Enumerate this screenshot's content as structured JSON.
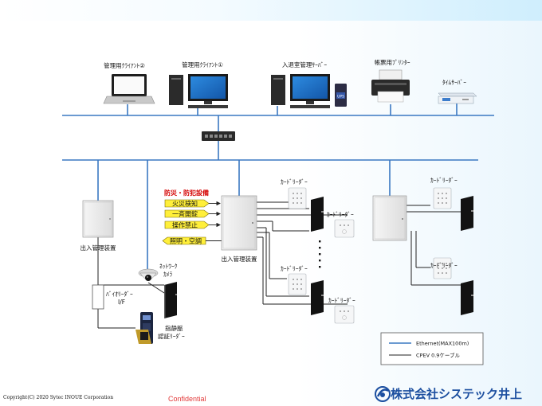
{
  "devices": {
    "client2": "管理用ｸﾗｲｱﾝﾄ②",
    "client1": "管理用ｸﾗｲｱﾝﾄ①",
    "entry_server": "入退室管理ｻｰﾊﾞｰ",
    "printer": "帳票用ﾌﾟﾘﾝﾀｰ",
    "time_server": "ﾀｲﾑｻｰﾊﾞｰ",
    "ups_label": "UPS"
  },
  "left_controller": {
    "label": "出入管理装置",
    "bio_reader": "ﾊﾞｲｵﾘｰﾀﾞｰ",
    "bio_reader_if": "I/F",
    "camera": "ﾈｯﾄﾜｰｸ\nｶﾒﾗ",
    "camera_line1": "ﾈｯﾄﾜｰｸ",
    "camera_line2": "ｶﾒﾗ",
    "fingerprint_line1": "指静脈",
    "fingerprint_line2": "認証ﾘｰﾀﾞｰ"
  },
  "center_controller": {
    "label": "出入管理装置",
    "security_title": "防災・防犯設備",
    "inputs": [
      "火災検知",
      "一斉開錠",
      "操作禁止"
    ],
    "output": "照明・空調"
  },
  "card_reader_label": "ｶｰﾄﾞﾘｰﾀﾞｰ",
  "legend": {
    "ethernet": "Ethernet(MAX100m)",
    "cpev": "CPEV 0.9ケーブル"
  },
  "colors": {
    "ethernet": "#3a78c2",
    "cpev": "#222222",
    "yellow_box": "#ffef3a",
    "red_title": "#d40000",
    "brand": "#1c4fa0"
  },
  "footer": {
    "copyright": "Copyright(C) 2020 Sytec INOUE Corporation",
    "confidential": "Confidential",
    "company": "株式会社システック井上"
  }
}
